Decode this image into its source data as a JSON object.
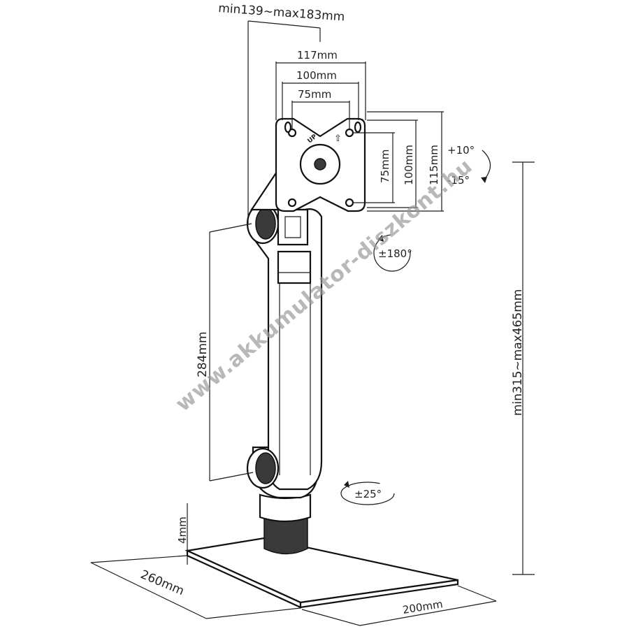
{
  "dimensions": {
    "arm_reach": "min139~max183mm",
    "vesa_outer": "117mm",
    "vesa_100": "100mm",
    "vesa_75": "75mm",
    "vesa_v75": "75mm",
    "vesa_v100": "100mm",
    "vesa_v115": "115mm",
    "arm_length": "284mm",
    "height_range": "min315~max465mm",
    "base_thickness": "4mm",
    "base_depth": "260mm",
    "base_width": "200mm"
  },
  "rotations": {
    "tilt_up": "+10°",
    "tilt_down": "-15°",
    "rotate": "±180°",
    "swivel": "±25°"
  },
  "plate_marks": {
    "up_label": "UP",
    "up_arrow": "⇧"
  },
  "watermark": "www.akkumulator-diszkont.hu"
}
